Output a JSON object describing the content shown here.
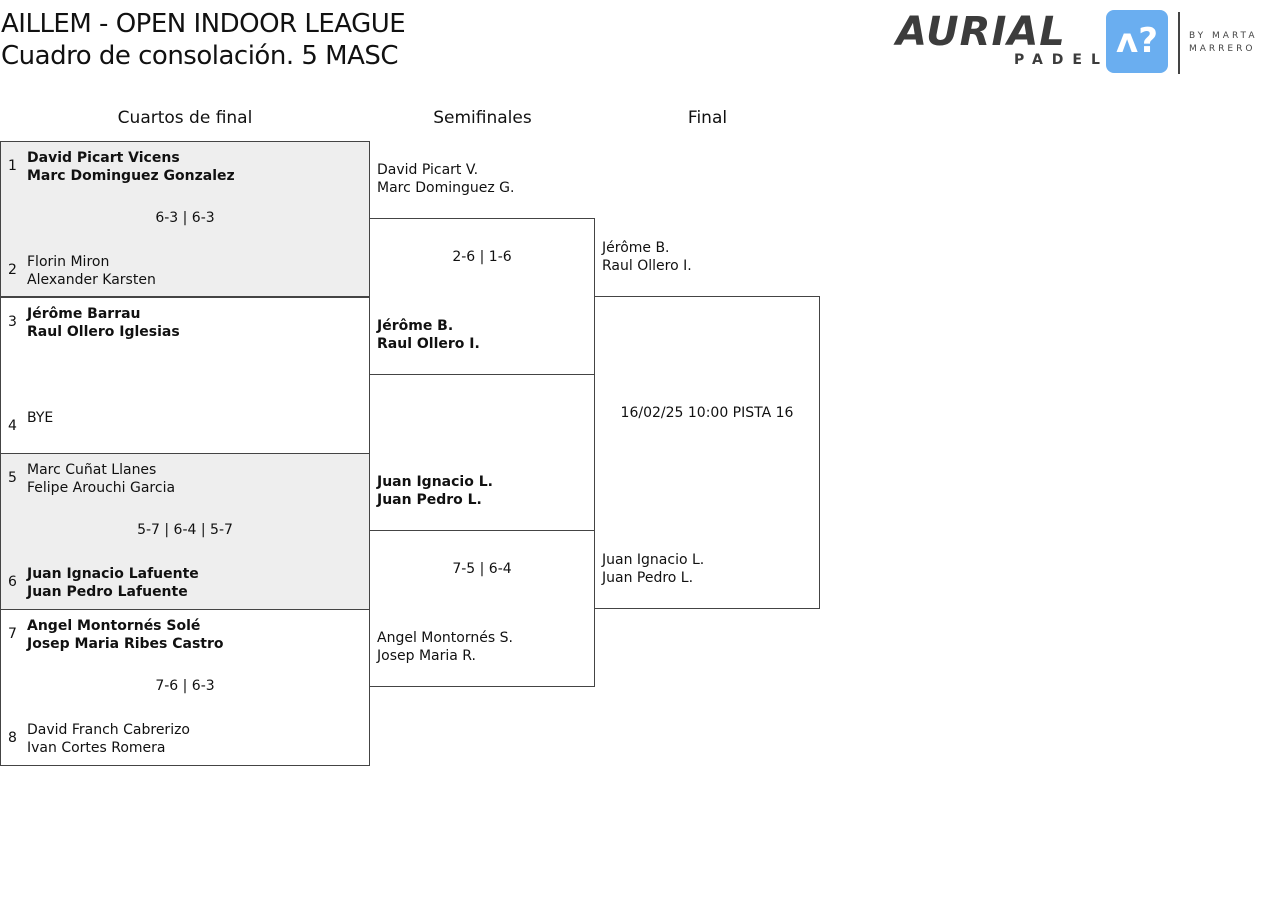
{
  "header": {
    "title1": "AILLEM - OPEN INDOOR LEAGUE",
    "title2": "Cuadro de consolación. 5 MASC"
  },
  "logo": {
    "brand": "AURIAL",
    "sub": "PADEL",
    "by": "BY MARTA MARRERO",
    "color": "#6aaef0"
  },
  "rounds": [
    "Cuartos de final",
    "Semifinales",
    "Final"
  ],
  "quarterfinals": [
    {
      "top": {
        "seed": "1",
        "p1": "David Picart Vicens",
        "p2": "Marc Dominguez Gonzalez",
        "winner": true
      },
      "bottom": {
        "seed": "2",
        "p1": "Florin Miron",
        "p2": "Alexander Karsten",
        "winner": false
      },
      "score": "6-3 | 6-3"
    },
    {
      "top": {
        "seed": "3",
        "p1": "Jérôme Barrau",
        "p2": "Raul Ollero Iglesias",
        "winner": true
      },
      "bottom": {
        "seed": "4",
        "p1": "BYE",
        "p2": "",
        "winner": false
      },
      "score": ""
    },
    {
      "top": {
        "seed": "5",
        "p1": "Marc Cuñat Llanes",
        "p2": "Felipe Arouchi Garcia",
        "winner": false
      },
      "bottom": {
        "seed": "6",
        "p1": "Juan Ignacio Lafuente",
        "p2": "Juan Pedro Lafuente",
        "winner": true
      },
      "score": "5-7 | 6-4 | 5-7"
    },
    {
      "top": {
        "seed": "7",
        "p1": "Angel Montornés Solé",
        "p2": "Josep Maria Ribes Castro",
        "winner": true
      },
      "bottom": {
        "seed": "8",
        "p1": "David Franch Cabrerizo",
        "p2": "Ivan Cortes Romera",
        "winner": false
      },
      "score": "7-6 | 6-3"
    }
  ],
  "semifinals": [
    {
      "top": {
        "p1": "David Picart V.",
        "p2": "Marc Dominguez G."
      },
      "bottom": {
        "p1": "Jérôme B.",
        "p2": "Raul Ollero I."
      },
      "score": "2-6 | 1-6"
    },
    {
      "top": {
        "p1": "Juan Ignacio L.",
        "p2": "Juan Pedro L."
      },
      "bottom": {
        "p1": "Angel Montornés S.",
        "p2": "Josep Maria R."
      },
      "score": "7-5 | 6-4"
    }
  ],
  "final": {
    "top": {
      "p1": "Jérôme B.",
      "p2": "Raul Ollero I."
    },
    "bottom": {
      "p1": "Juan Ignacio L.",
      "p2": "Juan Pedro L."
    },
    "info": "16/02/25 10:00 PISTA 16"
  }
}
